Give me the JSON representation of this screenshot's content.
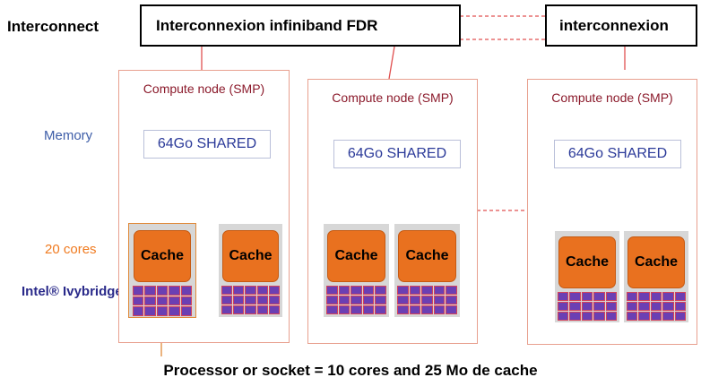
{
  "labels": {
    "interconnect": "Interconnect",
    "memory": "Memory",
    "cores": "20 cores",
    "processor": "Intel® Ivybridge"
  },
  "interconnect_boxes": {
    "main": "Interconnexion infiniband FDR",
    "right": "interconnexion"
  },
  "nodes": [
    {
      "title": "Compute node (SMP)",
      "memory": "64Go SHARED",
      "cache_labels": [
        "Cache",
        "Cache"
      ]
    },
    {
      "title": "Compute node (SMP)",
      "memory": "64Go SHARED",
      "cache_labels": [
        "Cache",
        "Cache"
      ]
    },
    {
      "title": "Compute node (SMP)",
      "memory": "64Go SHARED",
      "cache_labels": [
        "Cache",
        "Cache"
      ]
    }
  ],
  "caption": "Processor or socket = 10 cores and 25 Mo de cache",
  "colors": {
    "node_title": "#8b1a2b",
    "memory_text": "#2b3a99",
    "cache_fill": "#e9711f",
    "connector": "#e05050",
    "node_border": "#e8a08f",
    "cores_label": "#f07a1f",
    "memory_label": "#3d5da8",
    "processor_label": "#2a2a8a"
  }
}
